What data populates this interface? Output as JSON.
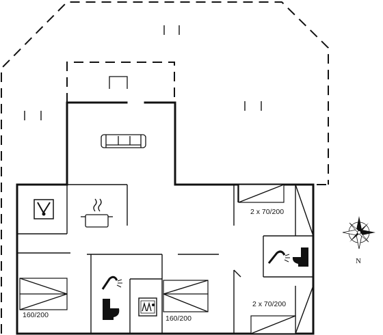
{
  "rooms": {
    "bedroom_top_right": {
      "bed_label": "2 x 70/200"
    },
    "bedroom_bottom_right": {
      "bed_label": "2 x 70/200"
    },
    "bedroom_left": {
      "bed_label": "160/200"
    },
    "bedroom_center": {
      "bed_label": "160/200"
    }
  },
  "compass": {
    "north_label": "N"
  },
  "icons": [
    "sofa-icon",
    "fireplace-icon",
    "cooking-pot-icon",
    "washing-machine-icon",
    "shower-icon",
    "toilet-icon",
    "dishwasher-icon",
    "compass-rose-icon"
  ]
}
